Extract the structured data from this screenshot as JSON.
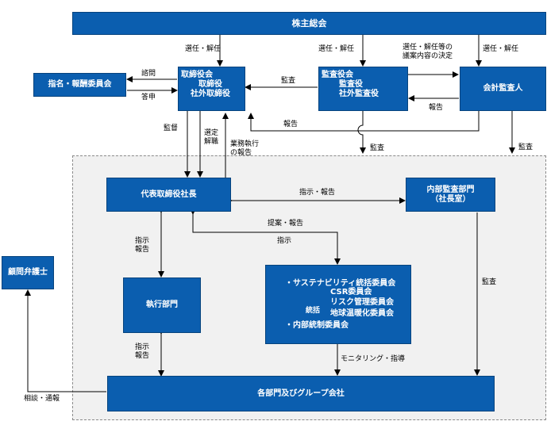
{
  "boxes": {
    "shareholders": "株主総会",
    "nomination": "指名・報酬委員会",
    "board": [
      "取締役会",
      "取締役",
      "社外取締役"
    ],
    "audit_board": [
      "監査役会",
      "監査役",
      "社外監査役"
    ],
    "accounting_auditor": "会計監査人",
    "ceo": "代表取締役社長",
    "internal_audit": [
      "内部監査部門",
      "（社長室）"
    ],
    "legal_advisor": "顧問弁護士",
    "execution": "執行部門",
    "committees": {
      "sustainability": "・サステナビリティ統括委員会",
      "oversight": "統括",
      "sub": [
        "CSR委員会",
        "リスク管理委員会",
        "地球温暖化委員会"
      ],
      "internal_control": "・内部統制委員会"
    },
    "departments": "各部門及びグループ会社"
  },
  "labels": {
    "elect_board": "選任・解任",
    "elect_audit": "選任・解任",
    "elect_propose": [
      "選任・解任等の",
      "議案内容の決定"
    ],
    "elect_accountant": "選任・解任",
    "consult": "諮問",
    "report_back": "答申",
    "audit_board_to_board": "監査",
    "accountant_report": "報告",
    "report_to_board": "報告",
    "audit_zone_1": "監査",
    "audit_zone_2": "監査",
    "supervise": "監督",
    "appoint": [
      "選定",
      "解職"
    ],
    "exec_report": [
      "業務執行",
      "の報告"
    ],
    "instruct_report_ia": "指示・報告",
    "ceo_exec": [
      "指示",
      "報告"
    ],
    "propose_report": "提案・報告",
    "instruct": "指示",
    "ia_audit": "監査",
    "exec_dept": [
      "指示",
      "報告"
    ],
    "monitoring": "モニタリング・指導",
    "consult_report": "相談・通報"
  },
  "colors": {
    "box": "#0b5eaf",
    "zone": "#f1f1f1"
  }
}
